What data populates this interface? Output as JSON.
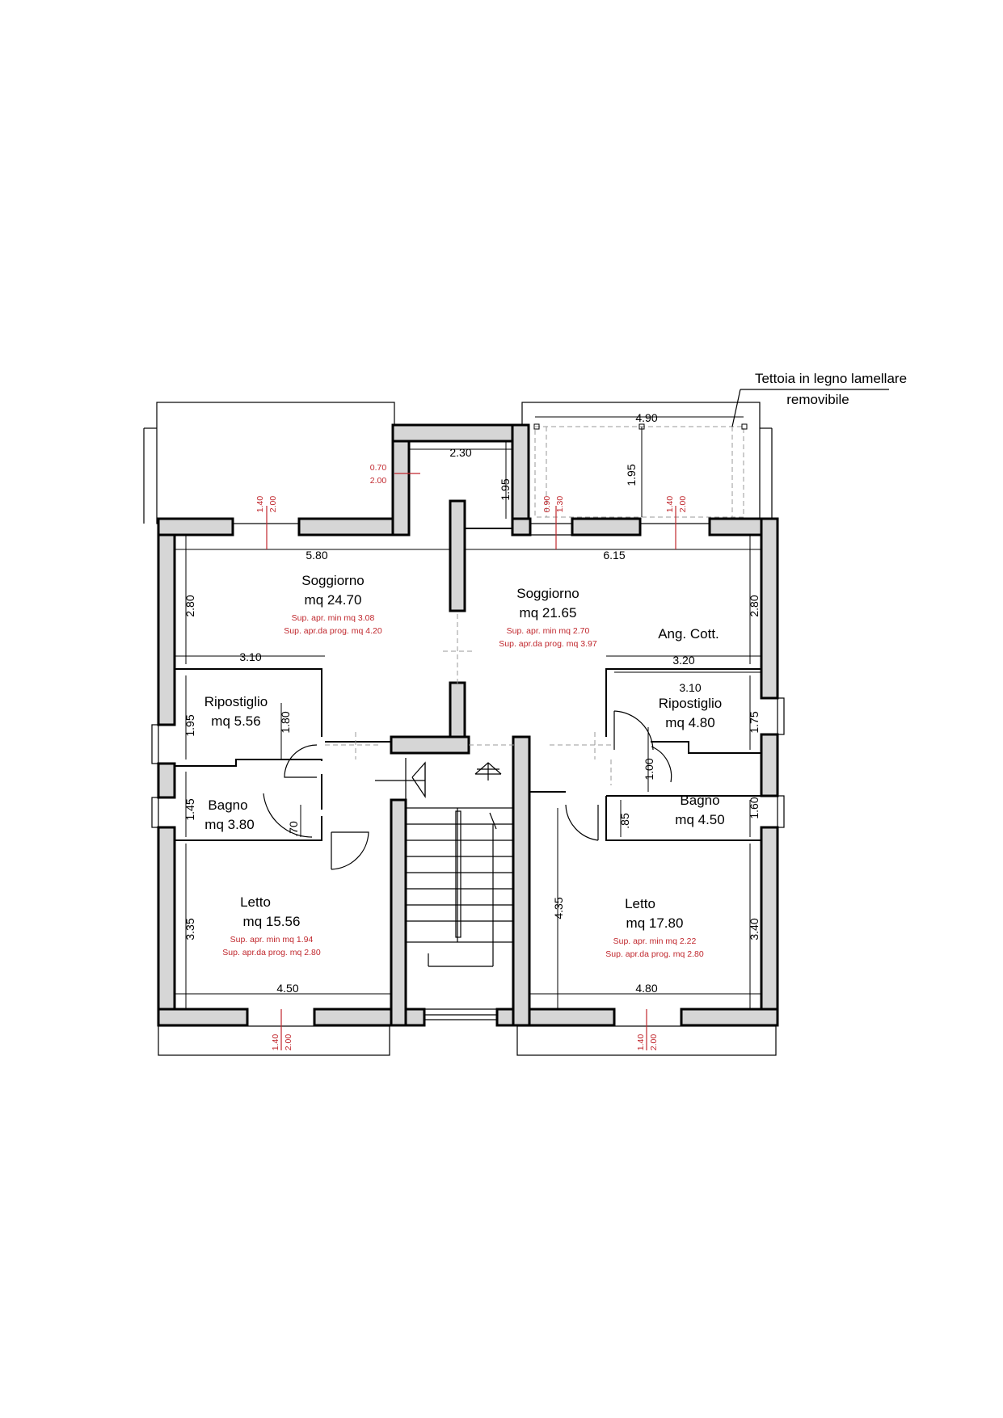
{
  "colors": {
    "wall_fill": "#d6d6d6",
    "line": "#000000",
    "red_annotation": "#c0272d"
  },
  "note": {
    "line1": "Tettoia in legno lamellare",
    "line2": "removibile"
  },
  "rooms": {
    "soggiorno_left": {
      "name": "Soggiorno",
      "area": "mq 24.70",
      "sup_min": "Sup. apr. min mq 3.08",
      "sup_prog": "Sup. apr.da prog. mq 4.20"
    },
    "soggiorno_right": {
      "name": "Soggiorno",
      "area": "mq 21.65",
      "sup_min": "Sup. apr. min mq 2.70",
      "sup_prog": "Sup. apr.da prog. mq 3.97"
    },
    "ang_cott": {
      "name": "Ang. Cott."
    },
    "ripostiglio_left": {
      "name": "Ripostiglio",
      "area": "mq 5.56"
    },
    "ripostiglio_right": {
      "name": "Ripostiglio",
      "area": "mq 4.80"
    },
    "bagno_left": {
      "name": "Bagno",
      "area": "mq 3.80"
    },
    "bagno_right": {
      "name": "Bagno",
      "area": "mq 4.50"
    },
    "letto_left": {
      "name": "Letto",
      "area": "mq 15.56",
      "sup_min": "Sup. apr. min mq 1.94",
      "sup_prog": "Sup. apr.da prog. mq 2.80"
    },
    "letto_right": {
      "name": "Letto",
      "area": "mq 17.80",
      "sup_min": "Sup. apr. min mq 2.22",
      "sup_prog": "Sup. apr.da prog. mq 2.80"
    }
  },
  "dimensions": {
    "d_580": "5.80",
    "d_615": "6.15",
    "d_230": "2.30",
    "d_490": "4.90",
    "d_195_a": "1.95",
    "d_195_b": "1.95",
    "d_280_left": "2.80",
    "d_280_right": "2.80",
    "d_310_left": "3.10",
    "d_320": "3.20",
    "d_310_right": "3.10",
    "d_195_rip": "1.95",
    "d_180": "1.80",
    "d_145": "1.45",
    "d_070": ".70",
    "d_175": "1.75",
    "d_100": "1.00",
    "d_160": "1.60",
    "d_085": ".85",
    "d_335": "3.35",
    "d_435": "4.35",
    "d_340": "3.40",
    "d_450": "4.50",
    "d_480": "4.80"
  },
  "openings": {
    "o1": {
      "w": "0.70",
      "h": "2.00"
    },
    "o2": {
      "w": "1.40",
      "h": "2.00"
    },
    "o3": {
      "w": "0.90",
      "h": "1.30"
    },
    "o4": {
      "w": "1.40",
      "h": "2.00"
    },
    "o5": {
      "w": "1.40",
      "h": "2.00"
    },
    "o6": {
      "w": "1.40",
      "h": "2.00"
    }
  }
}
